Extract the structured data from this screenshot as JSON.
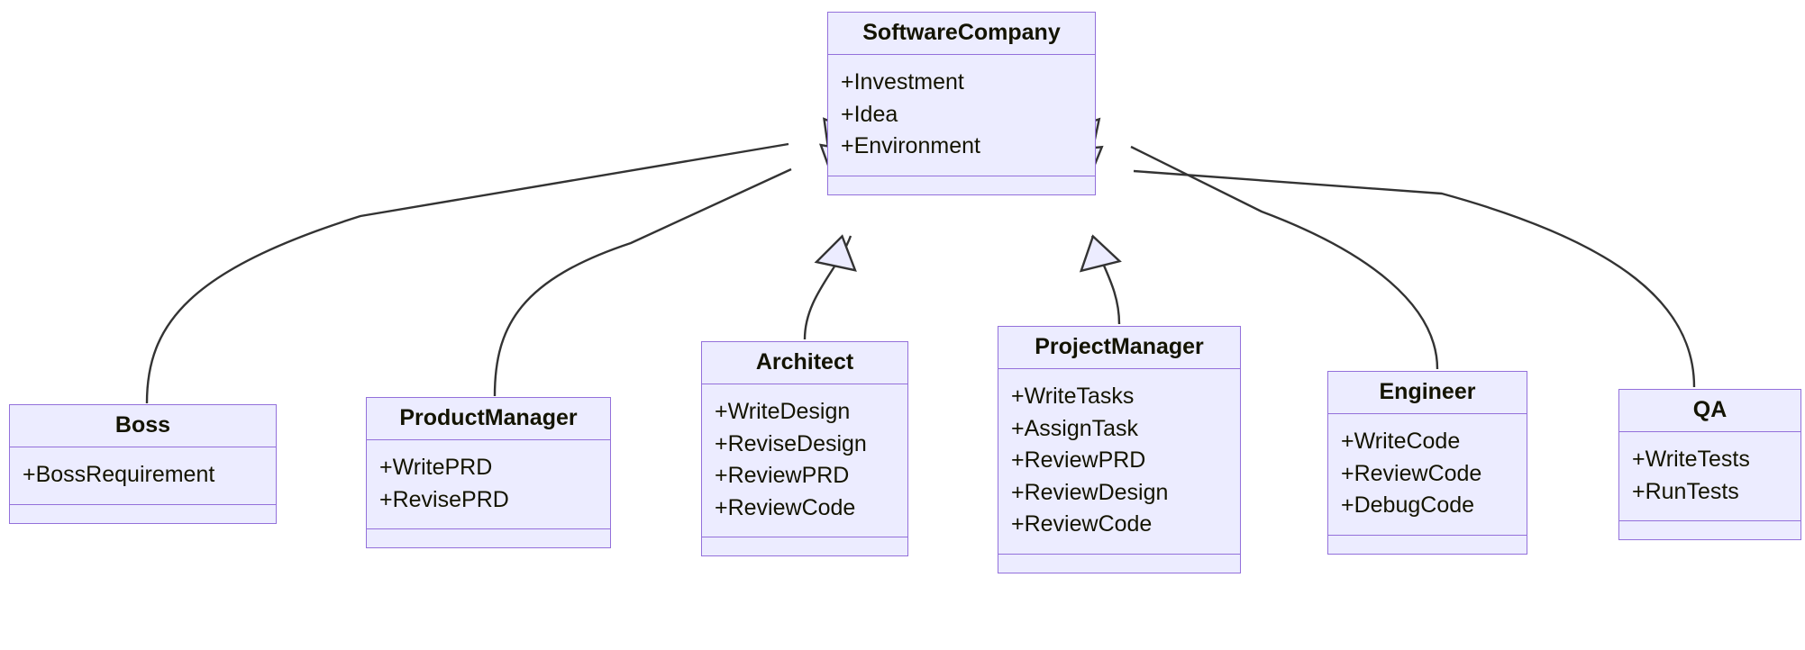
{
  "diagram": {
    "type": "uml-class-diagram",
    "title": "",
    "colors": {
      "node_fill": "#ECECFF",
      "node_stroke": "#9370DB",
      "text": "#131300",
      "edge_stroke": "#333333",
      "arrowhead_fill": "#ECECFF",
      "background": "#ffffff"
    },
    "relationship_type": "inheritance"
  },
  "classes": [
    {
      "id": "software-company",
      "name": "SoftwareCompany",
      "members": [
        "+Investment",
        "+Idea",
        "+Environment"
      ],
      "methods": []
    },
    {
      "id": "boss",
      "name": "Boss",
      "members": [
        "+BossRequirement"
      ],
      "methods": []
    },
    {
      "id": "product-manager",
      "name": "ProductManager",
      "members": [
        "+WritePRD",
        "+RevisePRD"
      ],
      "methods": []
    },
    {
      "id": "architect",
      "name": "Architect",
      "members": [
        "+WriteDesign",
        "+ReviseDesign",
        "+ReviewPRD",
        "+ReviewCode"
      ],
      "methods": []
    },
    {
      "id": "project-manager",
      "name": "ProjectManager",
      "members": [
        "+WriteTasks",
        "+AssignTask",
        "+ReviewPRD",
        "+ReviewDesign",
        "+ReviewCode"
      ],
      "methods": []
    },
    {
      "id": "engineer",
      "name": "Engineer",
      "members": [
        "+WriteCode",
        "+ReviewCode",
        "+DebugCode"
      ],
      "methods": []
    },
    {
      "id": "qa",
      "name": "QA",
      "members": [
        "+WriteTests",
        "+RunTests"
      ],
      "methods": []
    }
  ],
  "relationships": [
    {
      "from": "boss",
      "to": "software-company",
      "kind": "inheritance"
    },
    {
      "from": "product-manager",
      "to": "software-company",
      "kind": "inheritance"
    },
    {
      "from": "architect",
      "to": "software-company",
      "kind": "inheritance"
    },
    {
      "from": "project-manager",
      "to": "software-company",
      "kind": "inheritance"
    },
    {
      "from": "engineer",
      "to": "software-company",
      "kind": "inheritance"
    },
    {
      "from": "qa",
      "to": "software-company",
      "kind": "inheritance"
    }
  ]
}
